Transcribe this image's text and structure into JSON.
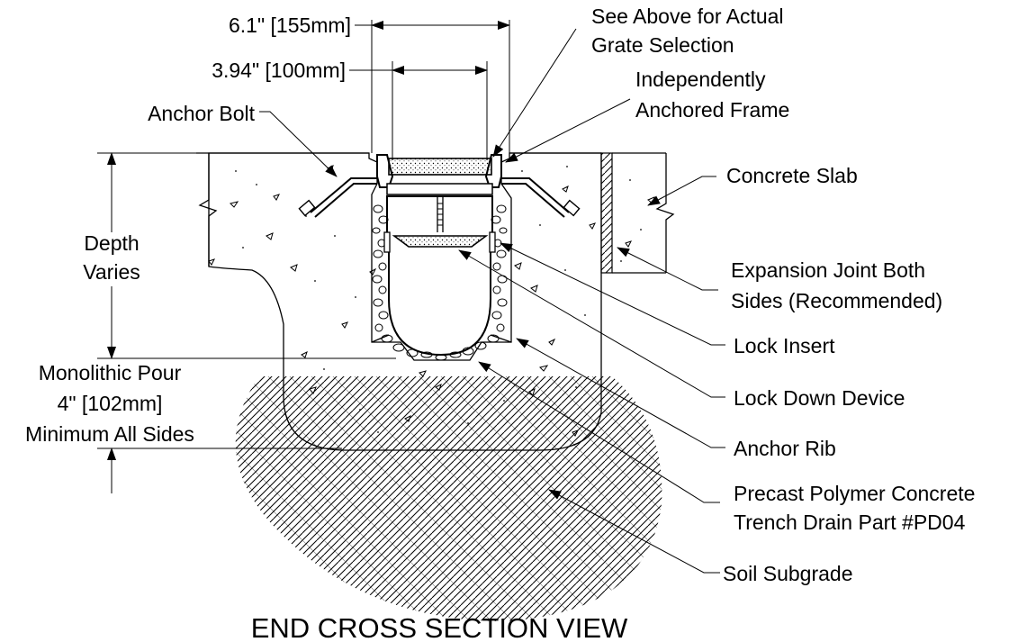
{
  "labels": {
    "dim_155": "6.1\" [155mm]",
    "dim_100": "3.94\" [100mm]",
    "grate_1": "See Above for Actual",
    "grate_2": "Grate Selection",
    "frame_1": "Independently",
    "frame_2": "Anchored Frame",
    "anchor_bolt": "Anchor Bolt",
    "concrete_slab": "Concrete Slab",
    "depth_1": "Depth",
    "depth_2": "Varies",
    "expansion_1": "Expansion Joint Both",
    "expansion_2": "Sides (Recommended)",
    "lock_insert": "Lock Insert",
    "lock_down": "Lock Down Device",
    "anchor_rib": "Anchor Rib",
    "pour_1": "Monolithic Pour",
    "pour_2": "4\" [102mm]",
    "pour_3": "Minimum All Sides",
    "precast_1": "Precast Polymer Concrete",
    "precast_2": "Trench Drain Part #PD04",
    "soil": "Soil Subgrade",
    "title": "END CROSS SECTION VIEW"
  }
}
